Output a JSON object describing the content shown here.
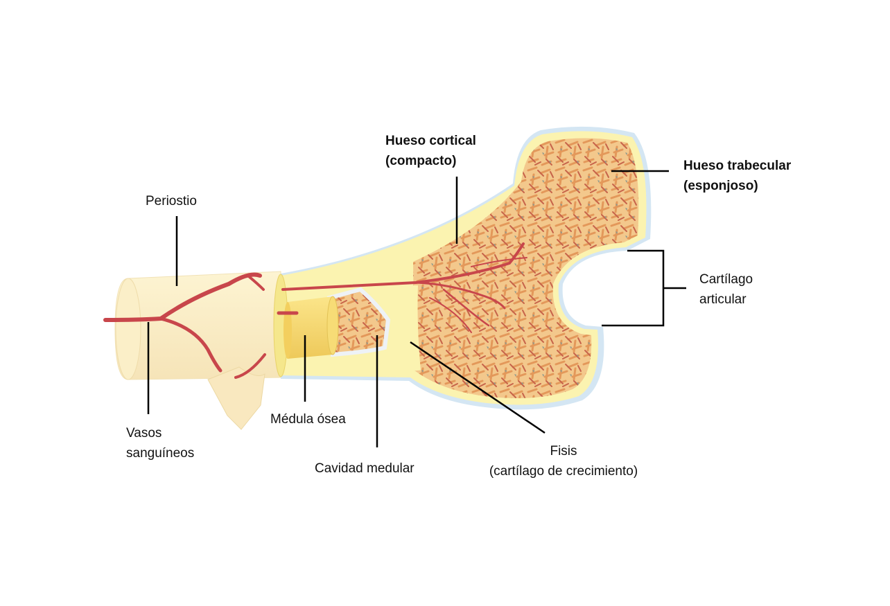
{
  "labels": {
    "periostio": "Periostio",
    "hueso_cortical_1": "Hueso cortical",
    "hueso_cortical_2": "(compacto)",
    "hueso_trabecular_1": "Hueso trabecular",
    "hueso_trabecular_2": "(esponjoso)",
    "cartilago_articular_1": "Cartílago",
    "cartilago_articular_2": "articular",
    "vasos_1": "Vasos",
    "vasos_2": "sanguíneos",
    "medula": "Médula ósea",
    "cavidad": "Cavidad medular",
    "fisis_1": "Fisis",
    "fisis_2": "(cartílago de crecimiento)"
  },
  "colors": {
    "cartilage": "#d4e6f3",
    "cortical": "#fbf3b0",
    "periosteum": "#fdf2cc",
    "trabecular_base": "#f3c88c",
    "trabecular_orange": "#e3985a",
    "trabecular_red": "#c7644a",
    "trabecular_gray": "#8e9a8e",
    "marrow": "#f5d76a",
    "vessel": "#c8464b",
    "leader_line": "#000000"
  }
}
